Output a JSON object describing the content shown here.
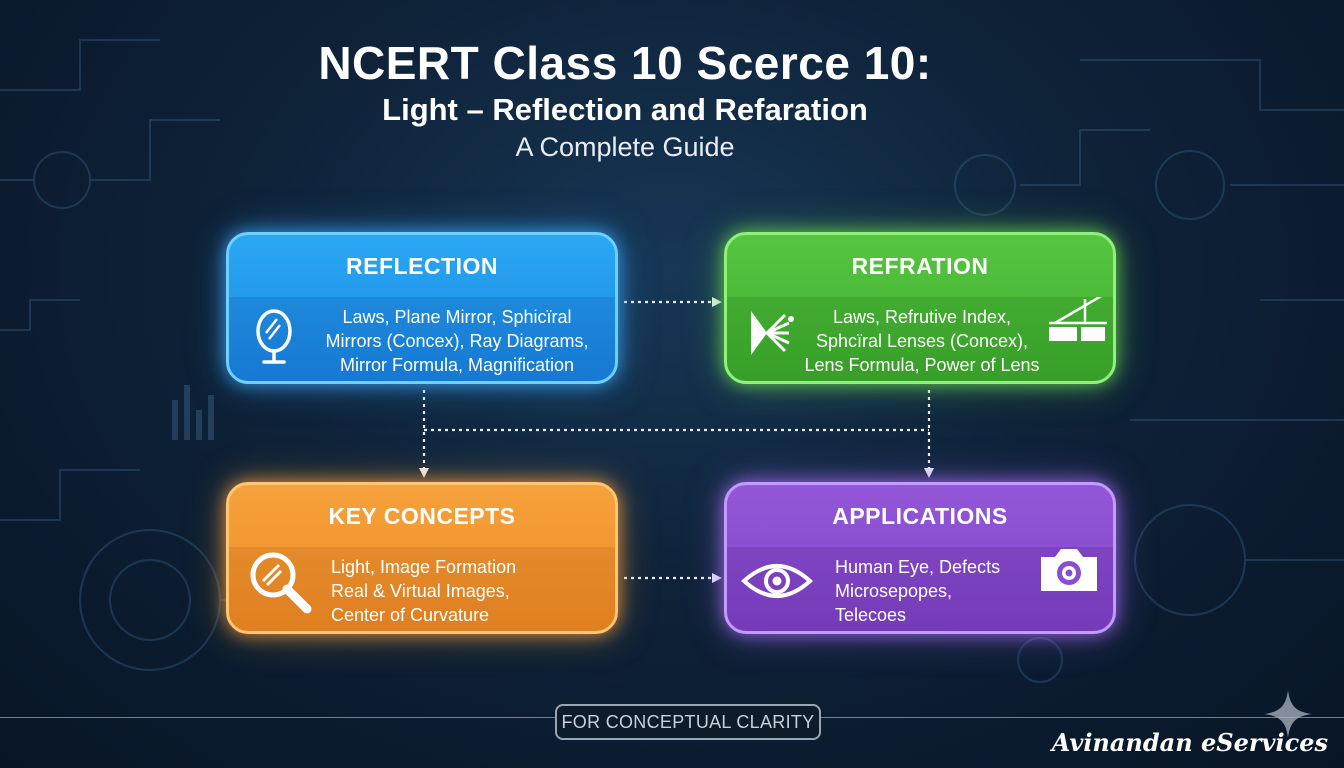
{
  "header": {
    "title": "NCERT Class 10 Scerce 10:",
    "subtitle": "Light – Reflection and Refaration",
    "tagline": "A Complete Guide"
  },
  "cards": {
    "reflection": {
      "title": "REFLECTION",
      "lines": [
        "Laws, Plane Mirror, Sphicïral",
        "Mirrors (Concex), Ray Diagrams,",
        "Mirror Formula, Magnification"
      ],
      "icon": "mirror-icon",
      "color": "#1f95ea"
    },
    "refraction": {
      "title": "REFRATION",
      "lines": [
        "Laws, Refrutive Index,",
        "Sphcïral Lenses (Concex),",
        "Lens Formula, Power of Lens"
      ],
      "icons": [
        "prism-light-icon",
        "refraction-diagram-icon"
      ],
      "color": "#4bbb38"
    },
    "key_concepts": {
      "title": "KEY CONCEPTS",
      "lines": [
        "Light, Image Formation",
        "Real & Virtual Images,",
        "Center of Curvature"
      ],
      "icon": "magnifier-icon",
      "color": "#f29530"
    },
    "applications": {
      "title": "APPLICATIONS",
      "lines": [
        "Human Eye, Defects",
        "Microsepopes,",
        "Telecoes"
      ],
      "icons": [
        "eye-icon",
        "camera-icon"
      ],
      "color": "#8a4dd0"
    }
  },
  "footer": {
    "badge": "FOR CONCEPTUAL CLARITY",
    "brand": "Avinandan eServices"
  }
}
